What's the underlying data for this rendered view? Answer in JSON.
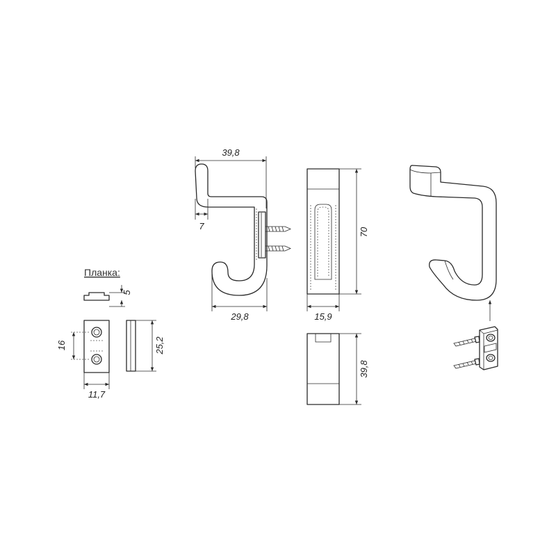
{
  "plank_title": "Планка:",
  "dimensions": {
    "hook_top_width": "39,8",
    "hook_tip": "7",
    "hook_bottom_width": "29,8",
    "front_height": "70",
    "front_width": "15,9",
    "top_view_depth": "39,8",
    "plank_thickness": "5",
    "plank_hole_spacing": "16",
    "plank_width": "11,7",
    "plank_length": "25,2"
  },
  "colors": {
    "line": "#2a2a2a",
    "background": "#ffffff"
  }
}
